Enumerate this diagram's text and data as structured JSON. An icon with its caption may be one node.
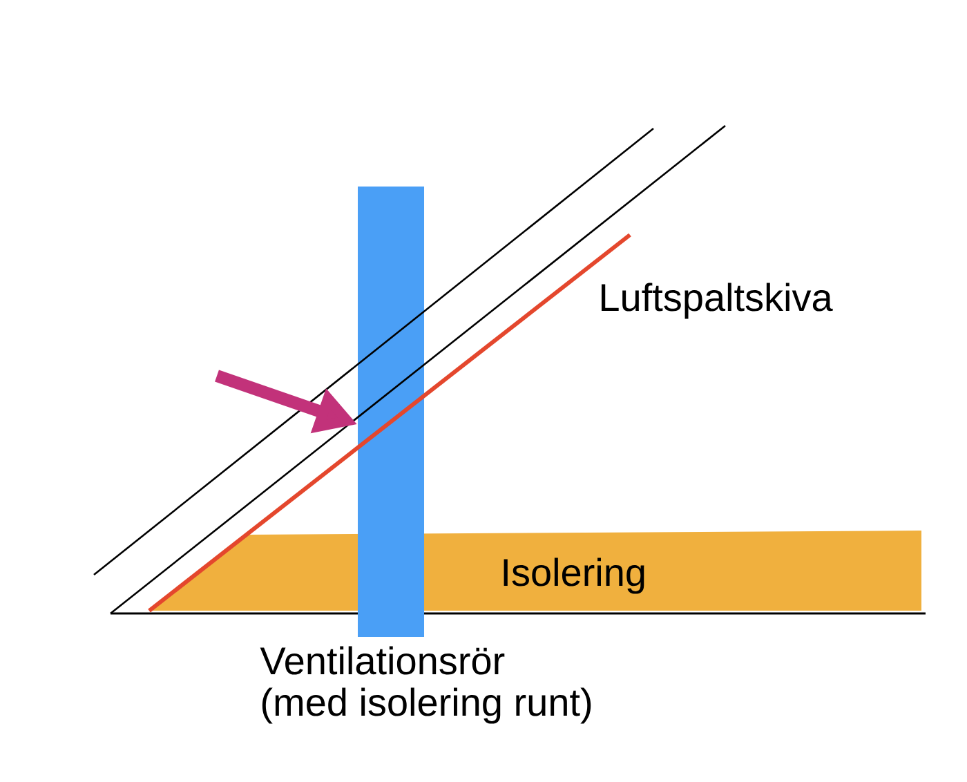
{
  "diagram": {
    "nodes": [
      {
        "text": [
          "Isolering"
        ]
      },
      {
        "text": [],
        "shape": "bar",
        "beside": [
          "Ventilationsrör",
          "(med isolering runt)"
        ]
      }
    ],
    "edges": [
      {
        "from": null,
        "to": 1,
        "arrow": "to",
        "color": "#c2327a"
      }
    ],
    "labels": [
      "Luftspaltskiva"
    ]
  }
}
